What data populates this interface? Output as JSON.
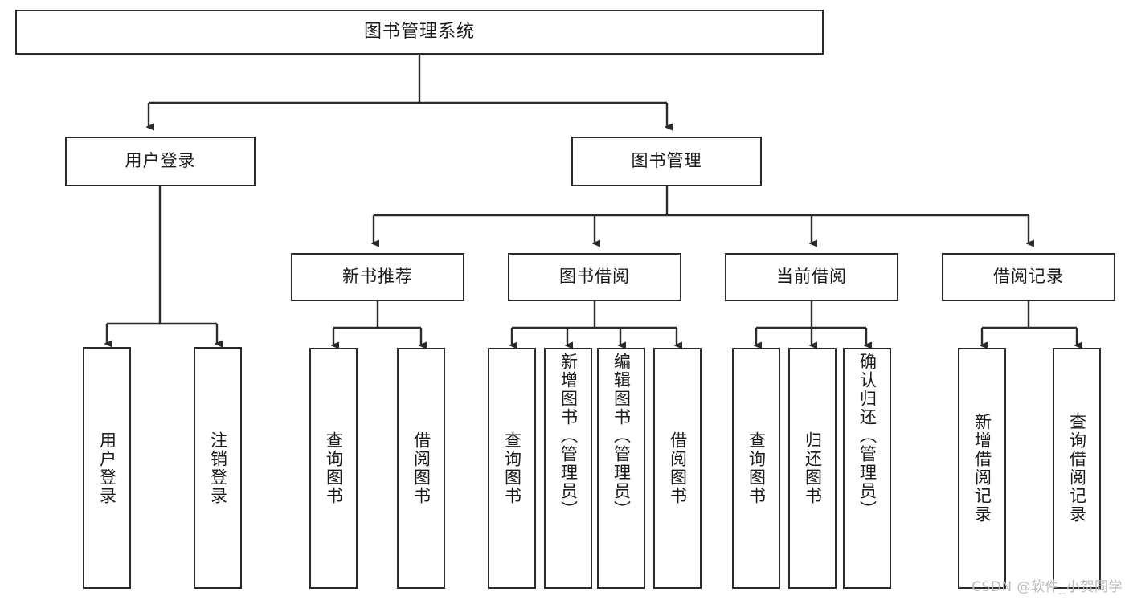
{
  "diagram": {
    "title": "图书管理系统",
    "type": "tree-hierarchy",
    "watermark": "CSDN @软件_小贺同学",
    "colors": {
      "border": "#2b2b2b",
      "text": "#1b1b1b",
      "background": "#ffffff",
      "watermark": "#b9b9b9"
    },
    "root": {
      "label": "图书管理系统"
    },
    "level2": [
      {
        "label": "用户登录"
      },
      {
        "label": "图书管理"
      }
    ],
    "level3": [
      {
        "label": "新书推荐"
      },
      {
        "label": "图书借阅"
      },
      {
        "label": "当前借阅"
      },
      {
        "label": "借阅记录"
      }
    ],
    "leaves": {
      "user_login": [
        {
          "label": "用户登录"
        },
        {
          "label": "注销登录"
        }
      ],
      "new_book": [
        {
          "label": "查询图书"
        },
        {
          "label": "借阅图书"
        }
      ],
      "book_borrow": [
        {
          "label": "查询图书"
        },
        {
          "label": "新增图书（管理员）"
        },
        {
          "label": "编辑图书（管理员）"
        },
        {
          "label": "借阅图书"
        }
      ],
      "current_borrow": [
        {
          "label": "查询图书"
        },
        {
          "label": "归还图书"
        },
        {
          "label": "确认归还（管理员）"
        }
      ],
      "borrow_record": [
        {
          "label": "新增借阅记录"
        },
        {
          "label": "查询借阅记录"
        }
      ]
    }
  }
}
